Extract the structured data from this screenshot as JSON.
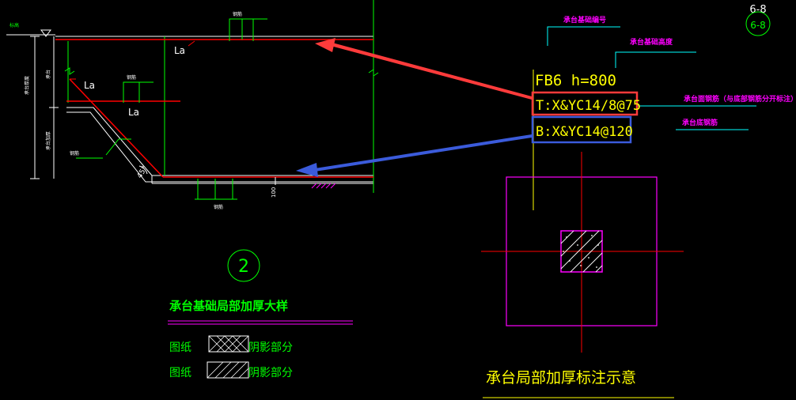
{
  "labels": {
    "top_left_small": "标高",
    "la_1": "La",
    "la_2": "La",
    "la_3": "La",
    "rebar_top": "钢筋",
    "rebar_mid": "钢筋",
    "rebar_bottom": "钢筋",
    "slope_rebar": "钢筋",
    "angle": "45°",
    "dim_100": "100",
    "vert_label_1": "承台",
    "vert_label_2": "承台厚度",
    "vert_label_3": "承台加厚",
    "section_number": "2",
    "detail_title": "承台基础局部加厚大样",
    "legend_1_prefix": "图纸",
    "legend_1_suffix": "阴影部分",
    "legend_2_prefix": "图纸",
    "legend_2_suffix": "阴影部分",
    "sheet_no_top": "6-8",
    "sheet_no_circle": "6-8",
    "anno_base_no": "承台基础编号",
    "anno_base_height": "承台基础高度",
    "fb6": "FB6 h=800",
    "top_rebar": "T:X&YC14/8@75",
    "bottom_rebar": "B:X&YC14@120",
    "anno_top_rebar": "承台面钢筋（与底部钢筋分开标注）",
    "anno_bottom_rebar": "承台底钢筋",
    "plan_title": "承台局部加厚标注示意"
  },
  "colors": {
    "green": "#00ff00",
    "yellow": "#ffff00",
    "magenta": "#ff00ff",
    "red": "#ff0000",
    "cyan": "#00ffff",
    "white": "#ffffff",
    "highlight_red": "#ff3b3b",
    "highlight_blue": "#3b5bdb"
  }
}
